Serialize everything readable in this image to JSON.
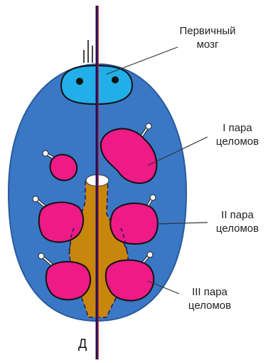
{
  "labels": {
    "brain": [
      "Первичный",
      "мозг"
    ],
    "pair1": [
      "I пара",
      "целомов"
    ],
    "pair2": [
      "II пара",
      "целомов"
    ],
    "pair3": [
      "III пара",
      "целомов"
    ],
    "axis": "Д"
  },
  "colors": {
    "body": "#3a78c6",
    "body_stroke": "#2a5a9a",
    "brain": "#22aee8",
    "coelom": "#ee1a86",
    "gut": "#c8860c",
    "axis": "#1a1060",
    "axis_red": "#c81a1a",
    "leader": "#333333"
  }
}
